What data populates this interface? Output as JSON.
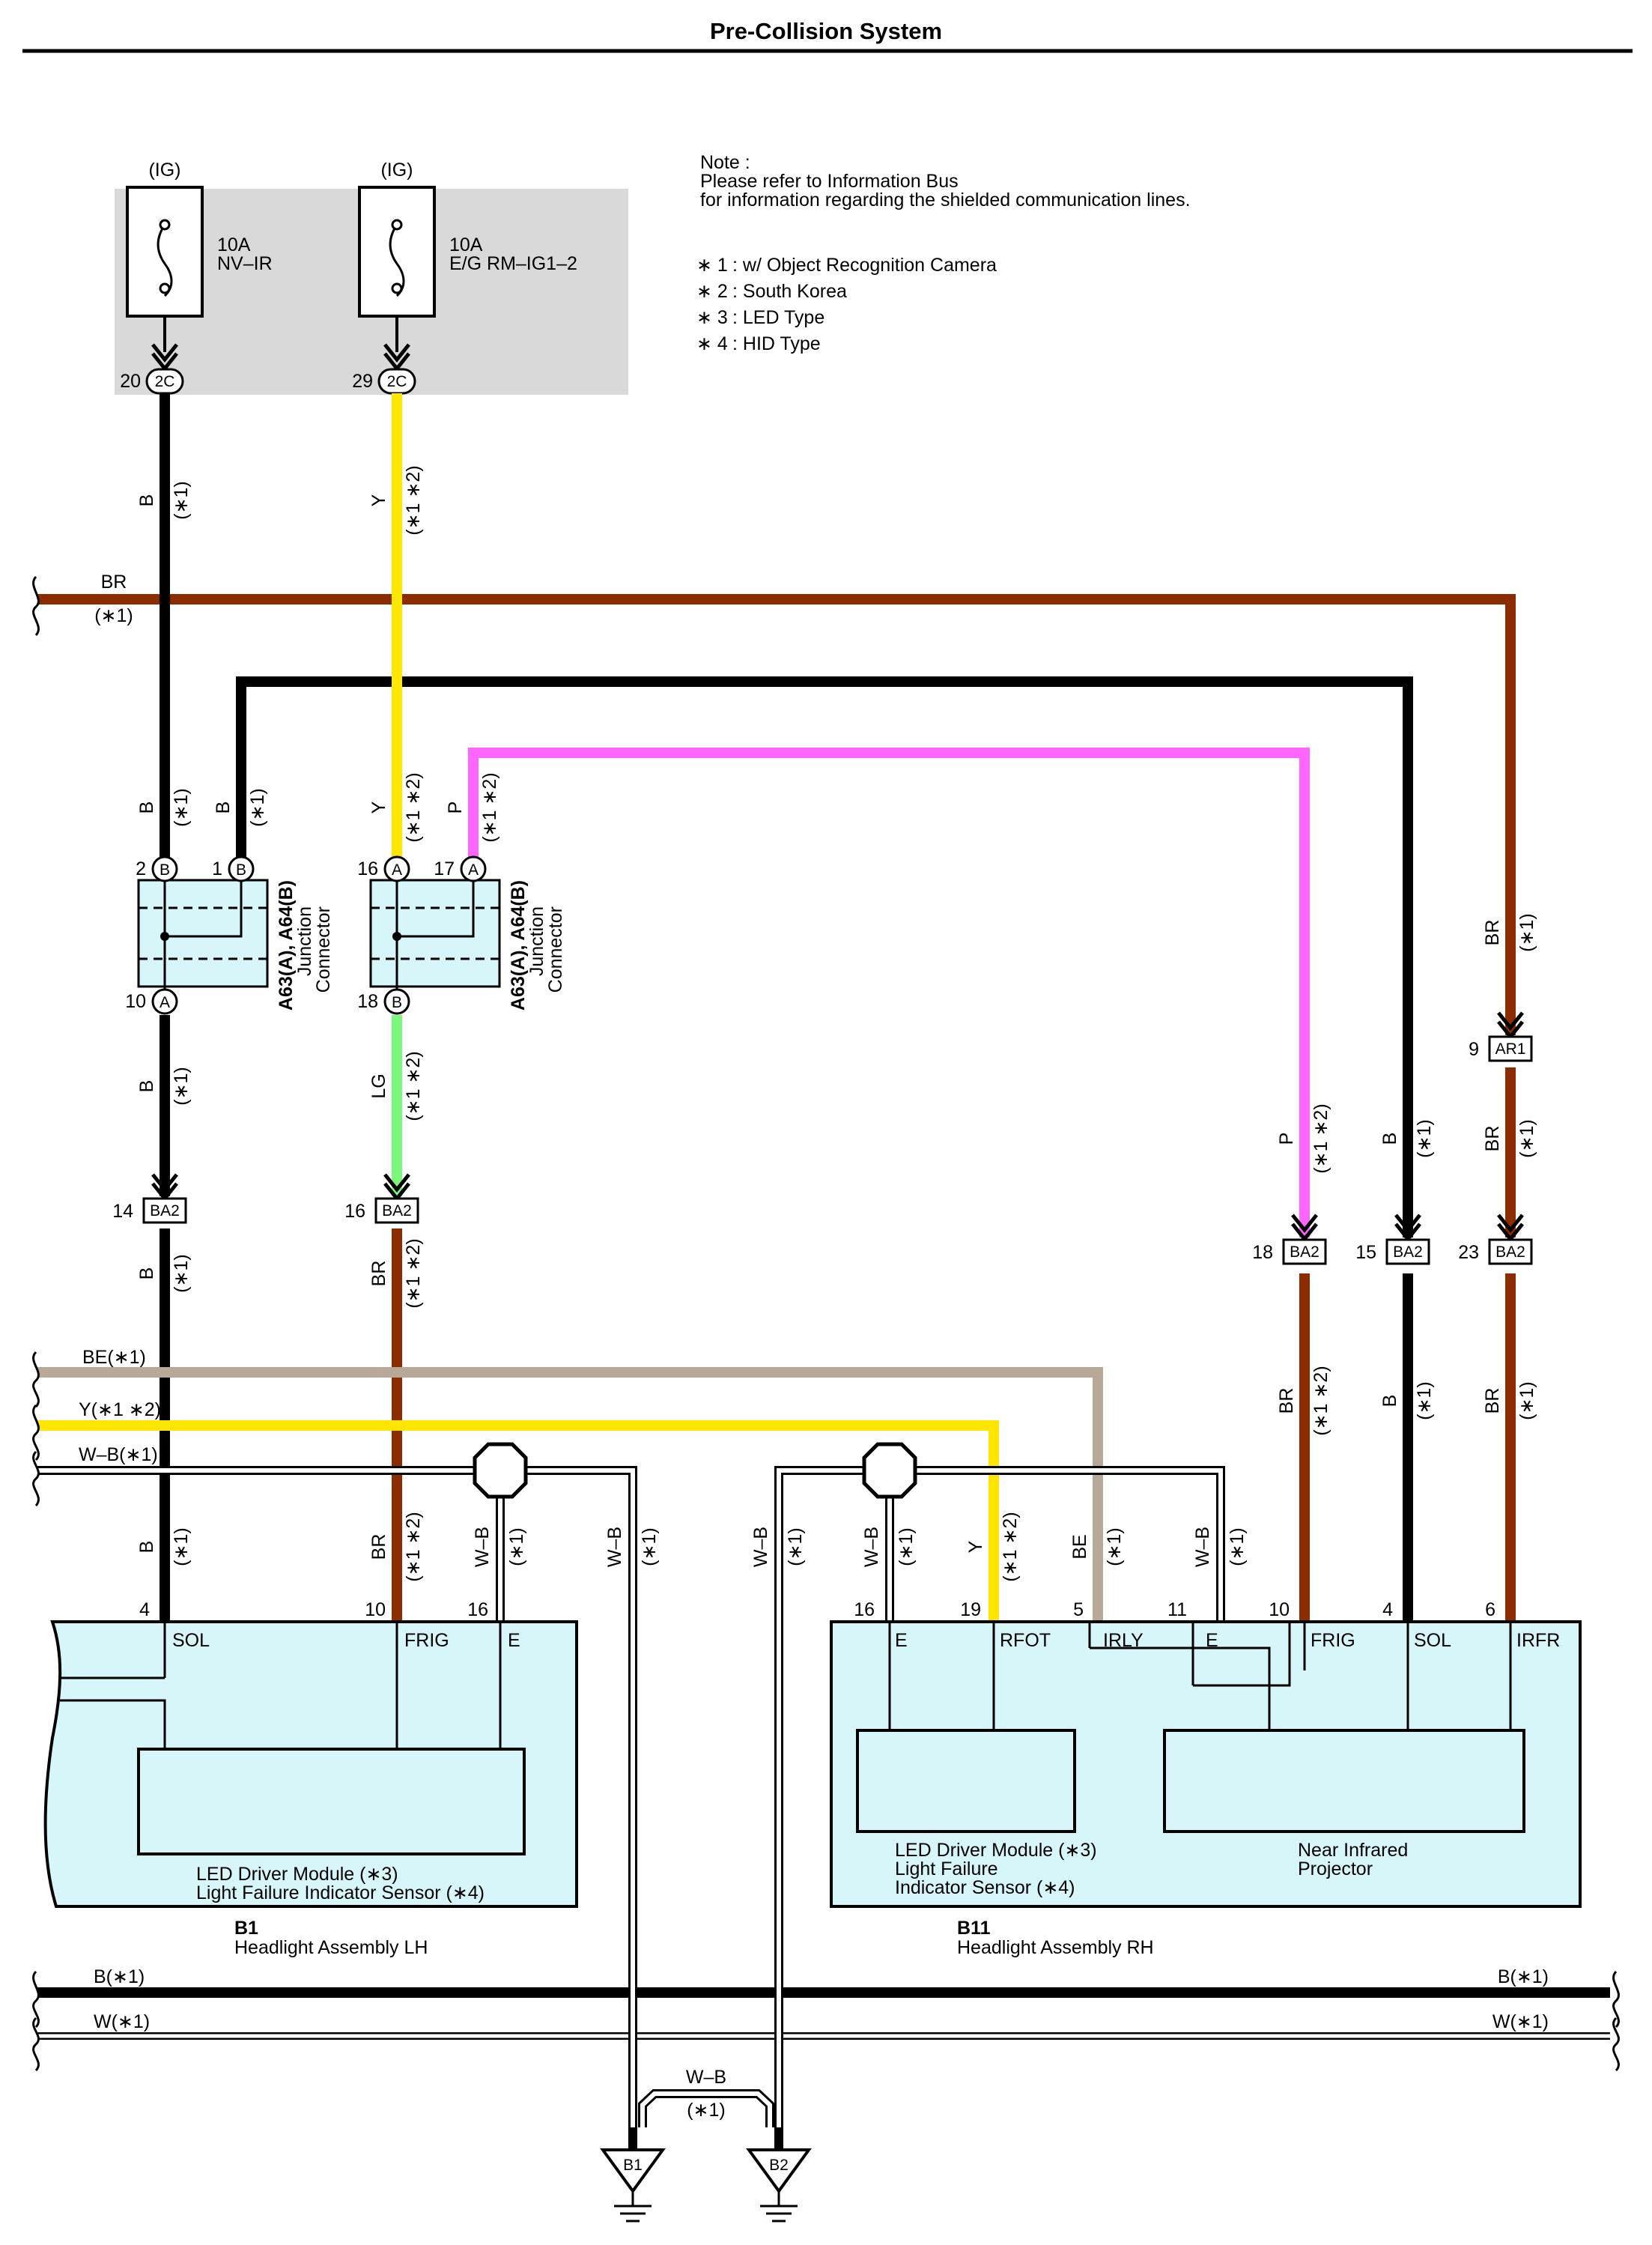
{
  "title": "Pre-Collision System",
  "note": {
    "heading": "Note :",
    "line1": "Please refer to Information Bus",
    "line2": "for information regarding the shielded communication lines.",
    "items": [
      {
        "sym": "∗ 1",
        "text": ": w/ Object Recognition Camera"
      },
      {
        "sym": "∗ 2",
        "text": ": South Korea"
      },
      {
        "sym": "∗ 3",
        "text": ": LED Type"
      },
      {
        "sym": "∗ 4",
        "text": ": HID Type"
      }
    ]
  },
  "fuses": [
    {
      "supply": "(IG)",
      "amp": "10A",
      "name": "NV–IR",
      "pin": "20",
      "connector": "2C"
    },
    {
      "supply": "(IG)",
      "amp": "10A",
      "name": "E/G RM–IG1–2",
      "pin": "29",
      "connector": "2C"
    }
  ],
  "junction_connectors": [
    {
      "code": "A63(A), A64(B)",
      "name1": "Junction",
      "name2": "Connector",
      "pins": [
        {
          "pin": "2",
          "conn": "B"
        },
        {
          "pin": "1",
          "conn": "B"
        },
        {
          "pin": "10",
          "conn": "A"
        }
      ]
    },
    {
      "code": "A63(A), A64(B)",
      "name1": "Junction",
      "name2": "Connector",
      "pins": [
        {
          "pin": "16",
          "conn": "A"
        },
        {
          "pin": "17",
          "conn": "A"
        },
        {
          "pin": "18",
          "conn": "B"
        }
      ]
    }
  ],
  "inline_connectors": [
    {
      "pin": "14",
      "code": "BA2"
    },
    {
      "pin": "16",
      "code": "BA2"
    },
    {
      "pin": "9",
      "code": "AR1"
    },
    {
      "pin": "18",
      "code": "BA2"
    },
    {
      "pin": "15",
      "code": "BA2"
    },
    {
      "pin": "23",
      "code": "BA2"
    }
  ],
  "wire_labels": {
    "b_fuse1": {
      "color": "B",
      "note": "(∗1)"
    },
    "y_fuse2": {
      "color": "Y",
      "note": "(∗1 ∗2)"
    },
    "br_bus": {
      "color": "BR",
      "note": "(∗1)"
    },
    "b_j1_left": {
      "color": "B",
      "note": "(∗1)"
    },
    "b_j1_right": {
      "color": "B",
      "note": "(∗1)"
    },
    "y_j2": {
      "color": "Y",
      "note": "(∗1 ∗2)"
    },
    "p_j2": {
      "color": "P",
      "note": "(∗1 ∗2)"
    },
    "b_j1_out": {
      "color": "B",
      "note": "(∗1)"
    },
    "lg_j2_out": {
      "color": "LG",
      "note": "(∗1 ∗2)"
    },
    "br_ar1": {
      "color": "BR",
      "note": "(∗1)"
    },
    "p_r18": {
      "color": "P",
      "note": "(∗1 ∗2)"
    },
    "b_r15": {
      "color": "B",
      "note": "(∗1)"
    },
    "br_r23": {
      "color": "BR",
      "note": "(∗1)"
    },
    "b_ba2_14": {
      "color": "B",
      "note": "(∗1)"
    },
    "br_ba2_16": {
      "color": "BR",
      "note": "(∗1 ∗2)"
    },
    "br_r18_out": {
      "color": "BR",
      "note": "(∗1 ∗2)"
    },
    "b_r15_out": {
      "color": "B",
      "note": "(∗1)"
    },
    "br_r23_out": {
      "color": "BR",
      "note": "(∗1)"
    },
    "be_bus": "BE(∗1)",
    "y_bus": "Y(∗1 ∗2)",
    "wb_bus": "W–B(∗1)",
    "b_lh4": {
      "color": "B",
      "note": "(∗1)"
    },
    "br_lh10": {
      "color": "BR",
      "note": "(∗1 ∗2)"
    },
    "wb_lh16": {
      "color": "W–B",
      "note": "(∗1)"
    },
    "wb_lh_gnd": {
      "color": "W–B",
      "note": "(∗1)"
    },
    "wb_rh_gnd": {
      "color": "W–B",
      "note": "(∗1)"
    },
    "wb_rh16": {
      "color": "W–B",
      "note": "(∗1)"
    },
    "y_rh19": {
      "color": "Y",
      "note": "(∗1 ∗2)"
    },
    "be_rh5": {
      "color": "BE",
      "note": "(∗1)"
    },
    "wb_rh11": {
      "color": "W–B",
      "note": "(∗1)"
    },
    "b_bottom_left": "B(∗1)",
    "b_bottom_right": "B(∗1)",
    "w_bottom_left": "W(∗1)",
    "w_bottom_right": "W(∗1)",
    "wb_ground_link": {
      "color": "W–B",
      "note": "(∗1)"
    }
  },
  "headlight_lh": {
    "code": "B1",
    "name": "Headlight Assembly LH",
    "pins": [
      {
        "pin": "4",
        "label": "SOL"
      },
      {
        "pin": "10",
        "label": "FRIG"
      },
      {
        "pin": "16",
        "label": "E"
      }
    ],
    "module_line1": "LED Driver Module (∗3)",
    "module_line2": "Light Failure Indicator Sensor (∗4)"
  },
  "headlight_rh": {
    "code": "B11",
    "name": "Headlight Assembly RH",
    "pins": [
      {
        "pin": "16",
        "label": "E"
      },
      {
        "pin": "19",
        "label": "RFOT"
      },
      {
        "pin": "5",
        "label": "IRLY"
      },
      {
        "pin": "11",
        "label": "E"
      },
      {
        "pin": "10",
        "label": "FRIG"
      },
      {
        "pin": "4",
        "label": "SOL"
      },
      {
        "pin": "6",
        "label": "IRFR"
      }
    ],
    "module_line1": "LED Driver Module (∗3)",
    "module_line2": "Light Failure",
    "module_line3": "Indicator Sensor (∗4)",
    "projector_line1": "Near Infrared",
    "projector_line2": "Projector"
  },
  "grounds": [
    {
      "code": "B1"
    },
    {
      "code": "B2"
    }
  ],
  "colors": {
    "B": "#000000",
    "Y": "#ffe600",
    "BR": "#8b2d00",
    "P": "#ff66ff",
    "LG": "#7cf77c",
    "BE": "#b8a898",
    "W": "#ffffff",
    "box_fill": "#d6f6fa",
    "fuse_bg": "#d9d9d9"
  }
}
